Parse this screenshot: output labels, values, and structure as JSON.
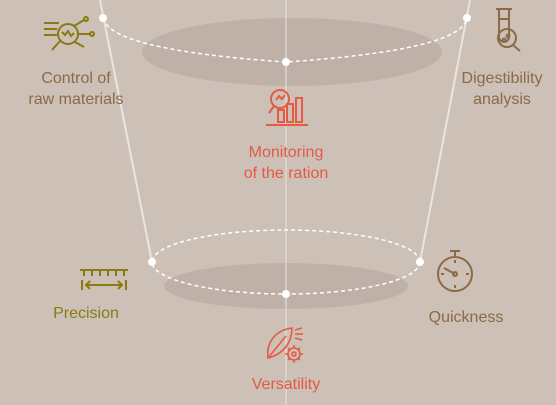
{
  "colors": {
    "background": "#cdc0b7",
    "ring_shadow": "#bfb1a8",
    "funnel_line": "#ece5df",
    "dot": "#ffffff",
    "olive": "#8a7a12",
    "bronze": "#8b6a47",
    "accent_red": "#e35b45"
  },
  "items": {
    "control": {
      "line1": "Control of",
      "line2": "raw materials",
      "icon": "magnifier-circuit-icon"
    },
    "digestibility": {
      "line1": "Digestibility",
      "line2": "analysis",
      "icon": "test-tube-magnifier-icon"
    },
    "monitoring": {
      "line1": "Monitoring",
      "line2": "of the ration",
      "icon": "magnifier-bar-chart-icon"
    },
    "precision": {
      "label": "Precision",
      "icon": "ruler-arrows-icon"
    },
    "quickness": {
      "label": "Quickness",
      "icon": "stopwatch-icon"
    },
    "versatility": {
      "label": "Versatility",
      "icon": "leaf-gear-icon"
    }
  }
}
